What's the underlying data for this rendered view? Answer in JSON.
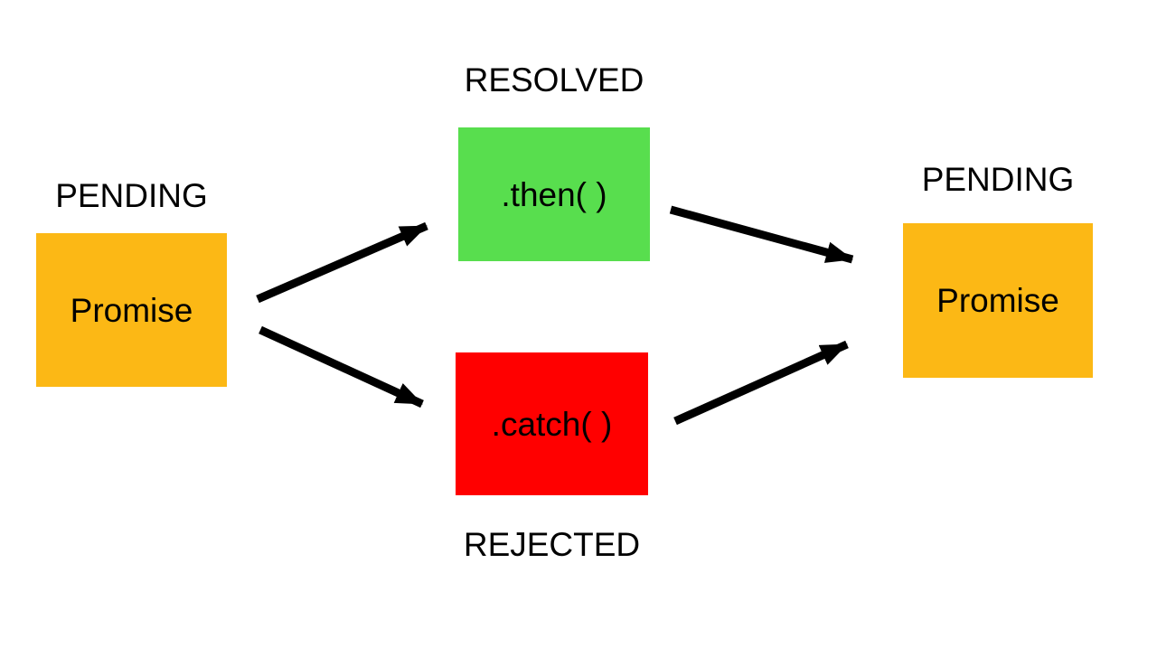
{
  "diagram": {
    "subject": "JavaScript Promise flow",
    "nodes": {
      "promise_start": {
        "label": "Promise",
        "state": "PENDING",
        "color": "#FCB815"
      },
      "then": {
        "label": ".then( )",
        "state": "RESOLVED",
        "color": "#58DE4E"
      },
      "catch": {
        "label": ".catch( )",
        "state": "REJECTED",
        "color": "#FF0000"
      },
      "promise_end": {
        "label": "Promise",
        "state": "PENDING",
        "color": "#FCB815"
      }
    },
    "arrows": {
      "color": "#000000",
      "connections": [
        {
          "from": "promise_start",
          "to": "then"
        },
        {
          "from": "promise_start",
          "to": "catch"
        },
        {
          "from": "then",
          "to": "promise_end"
        },
        {
          "from": "catch",
          "to": "promise_end"
        }
      ]
    },
    "background_color": "#FFFFFF",
    "text_color": "#000000"
  }
}
